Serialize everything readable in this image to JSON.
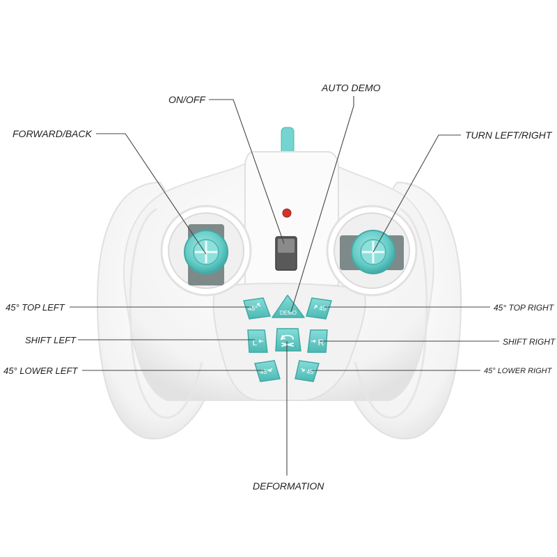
{
  "labels": {
    "on_off": "ON/OFF",
    "auto_demo": "AUTO DEMO",
    "forward_back": "FORWARD/BACK",
    "turn_left_right": "TURN LEFT/RIGHT",
    "top_left_45": "45° TOP LEFT",
    "top_right_45": "45° TOP RIGHT",
    "shift_left": "SHIFT LEFT",
    "shift_right": "SHIFT RIGHT",
    "lower_left_45": "45° LOWER LEFT",
    "lower_right_45": "45° LOWER RIGHT",
    "deformation": "DEFORMATION"
  },
  "buttons": {
    "top_left": "45°",
    "demo": "DEMO",
    "top_right": "45°",
    "left": "L",
    "right": "R",
    "lower_left": "45°",
    "lower_right": "45°"
  },
  "colors": {
    "accent": "#6fd3cf",
    "accent_dark": "#3fb5b0",
    "body": "#f7f7f7",
    "led": "#d0342c",
    "switch": "#6a6a6a"
  },
  "icons": [
    "deformation-icon",
    "arrow-icon"
  ]
}
